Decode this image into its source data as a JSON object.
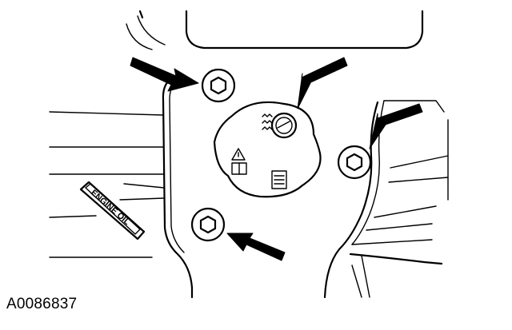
{
  "figure_id": "A0086837",
  "dipstick_label": "ENGINE OIL",
  "components": [
    "upper-left-bolt",
    "lower-left-bolt",
    "right-bolt",
    "oil-filler-cap"
  ],
  "callout_arrow_count": 4
}
